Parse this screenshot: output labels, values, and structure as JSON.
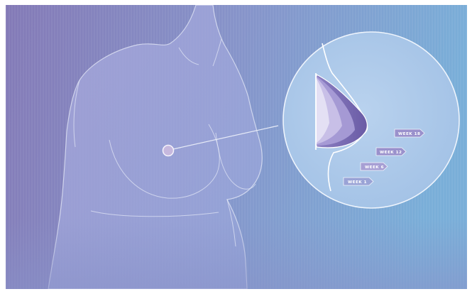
{
  "diagram": {
    "stage_labels": [
      "WEEK 18",
      "WEEK 12",
      "WEEK 6",
      "WEEK 1"
    ]
  },
  "colors": {
    "background_left": "#8379b6",
    "background_right": "#79aed8",
    "figure_outline": "#dfe6f6",
    "magnifier_fill": "#aecbe9",
    "implant_dark": "#7063a9",
    "implant_mid": "#a89cd6",
    "implant_light": "#dcd7f1",
    "tag_fill": "#9a91cc"
  }
}
